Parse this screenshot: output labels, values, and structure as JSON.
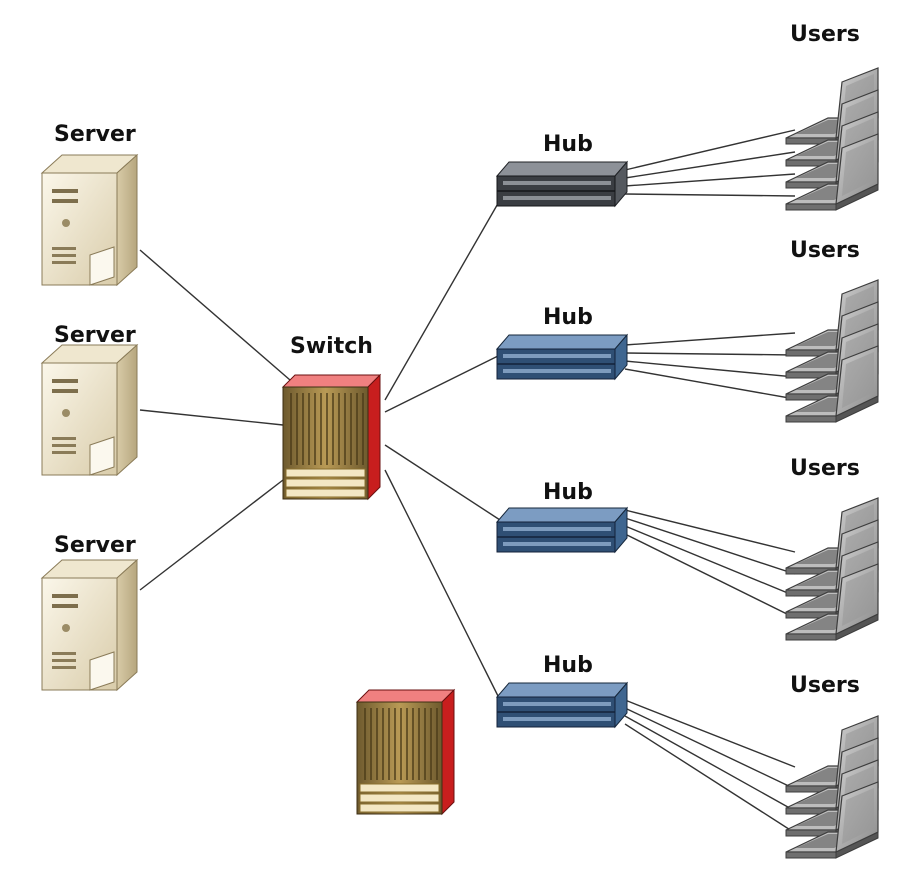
{
  "labels": {
    "server_1": "Server",
    "server_2": "Server",
    "server_3": "Server",
    "switch": "Switch",
    "hub_1": "Hub",
    "hub_2": "Hub",
    "hub_3": "Hub",
    "hub_4": "Hub",
    "users_1": "Users",
    "users_2": "Users",
    "users_3": "Users",
    "users_4": "Users"
  },
  "colors": {
    "hub_dark": "#3a3d42",
    "hub_blue": "#2f4f74",
    "switch_red": "#c81e1e",
    "server_body": "#e9e0c5",
    "laptop_body": "#8c8c8c"
  }
}
